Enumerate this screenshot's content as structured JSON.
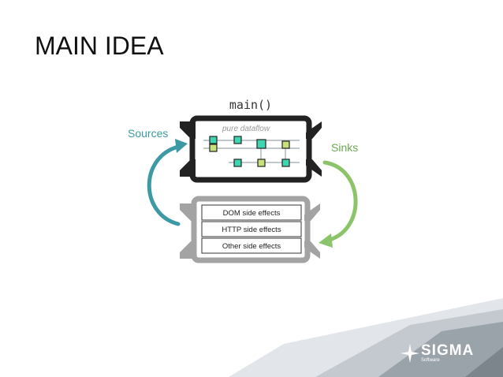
{
  "slide": {
    "title": "MAIN IDEA"
  },
  "diagram": {
    "main_label": "main()",
    "dataflow_label": "pure dataflow",
    "sources_label": "Sources",
    "sinks_label": "Sinks",
    "effects": [
      "DOM side effects",
      "HTTP side effects",
      "Other side effects"
    ],
    "colors": {
      "main_box": "#222222",
      "effects_box": "#a3a3a3",
      "sources_arrow": "#3c9aa4",
      "sinks_arrow": "#8cc46a",
      "node_teal": "#3dd6b2",
      "node_lime": "#c6e07a"
    }
  },
  "brand": {
    "name": "SIGMA",
    "subtitle": "Software",
    "icon": "sigma-star-icon"
  }
}
